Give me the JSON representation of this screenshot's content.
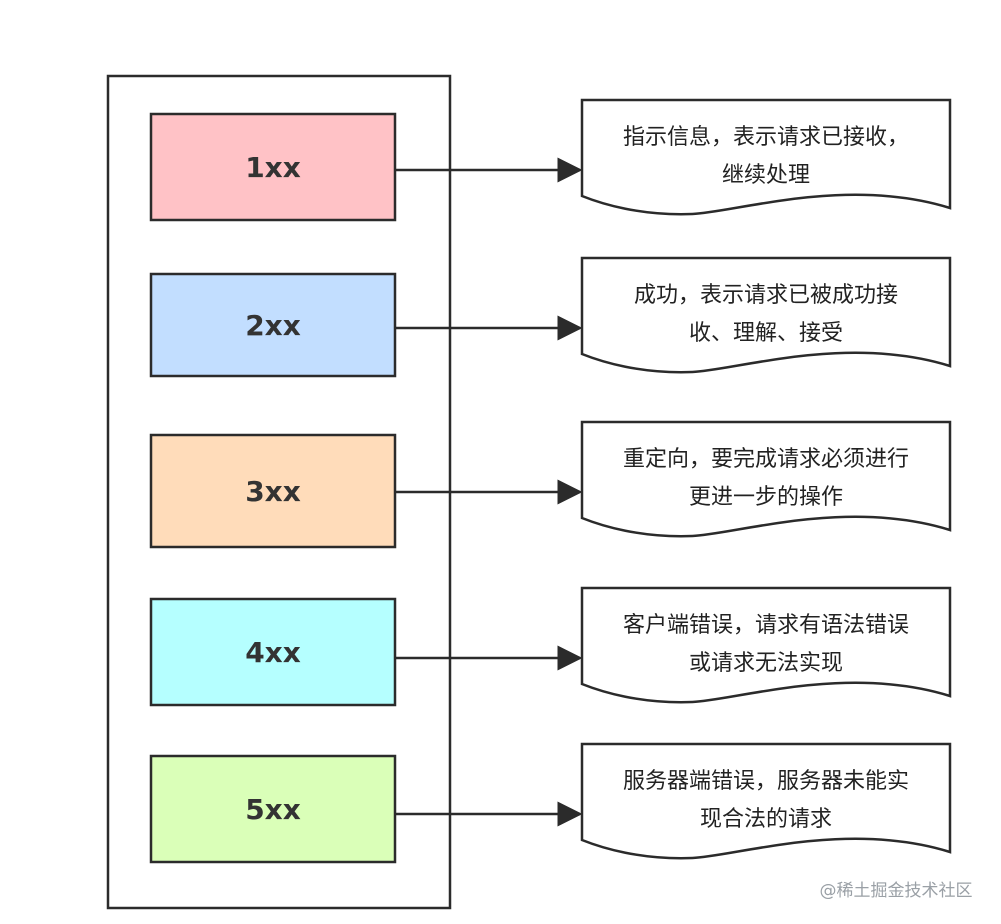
{
  "colors": {
    "stroke": "#2b2b2b",
    "arrow": "#2b2b2b",
    "note_fill": "#ffffff"
  },
  "status_codes": [
    {
      "label": "1xx",
      "fill": "#ffc2c6",
      "description": [
        "指示信息，表示请求已接收，",
        "继续处理"
      ]
    },
    {
      "label": "2xx",
      "fill": "#c2deff",
      "description": [
        "成功，表示请求已被成功接",
        "收、理解、接受"
      ]
    },
    {
      "label": "3xx",
      "fill": "#ffdcba",
      "description": [
        "重定向，要完成请求必须进行",
        "更进一步的操作"
      ]
    },
    {
      "label": "4xx",
      "fill": "#b5ffff",
      "description": [
        "客户端错误，请求有语法错误",
        "或请求无法实现"
      ]
    },
    {
      "label": "5xx",
      "fill": "#daffb8",
      "description": [
        "服务器端错误，服务器未能实",
        "现合法的请求"
      ]
    }
  ],
  "watermark": "@稀土掘金技术社区"
}
